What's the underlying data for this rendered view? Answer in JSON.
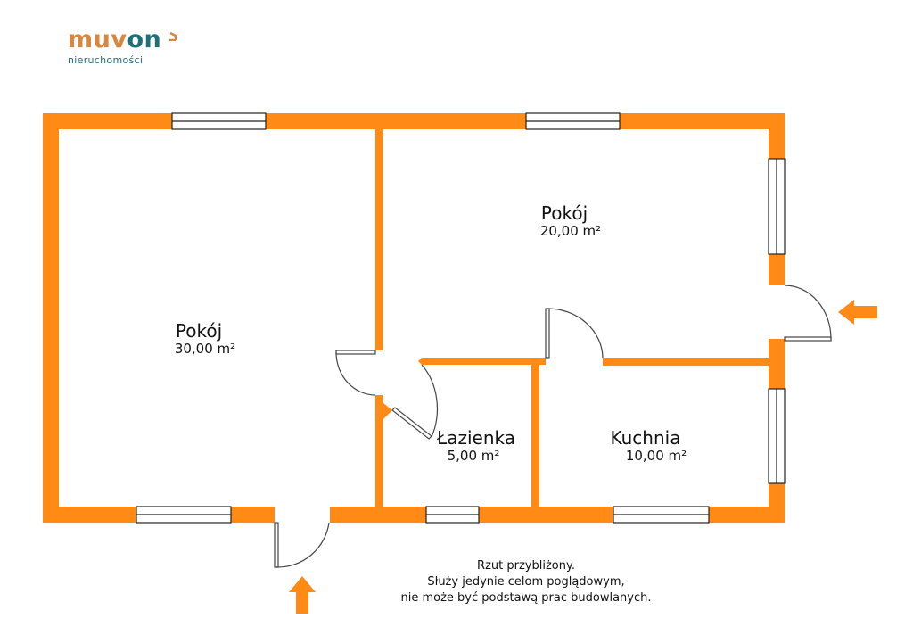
{
  "brand": {
    "name_part1": "muv",
    "name_part2": "on",
    "tagline": "nieruchomości",
    "colors": {
      "primary": "#d9873f",
      "secondary": "#1f6f78"
    }
  },
  "plan": {
    "wall_color": "#ff8a16",
    "rooms": [
      {
        "id": "pokoj-1",
        "name": "Pokój",
        "area": "30,00 m²"
      },
      {
        "id": "pokoj-2",
        "name": "Pokój",
        "area": "20,00 m²"
      },
      {
        "id": "lazienka",
        "name": "Łazienka",
        "area": "5,00 m²"
      },
      {
        "id": "kuchnia",
        "name": "Kuchnia",
        "area": "10,00 m²"
      }
    ],
    "entrances": [
      {
        "id": "entrance-bottom",
        "direction": "up"
      },
      {
        "id": "entrance-right",
        "direction": "left"
      }
    ]
  },
  "disclaimer": {
    "line1": "Rzut przybliżony.",
    "line2": "Służy jedynie celom poglądowym,",
    "line3": "nie może być podstawą prac budowlanych."
  }
}
